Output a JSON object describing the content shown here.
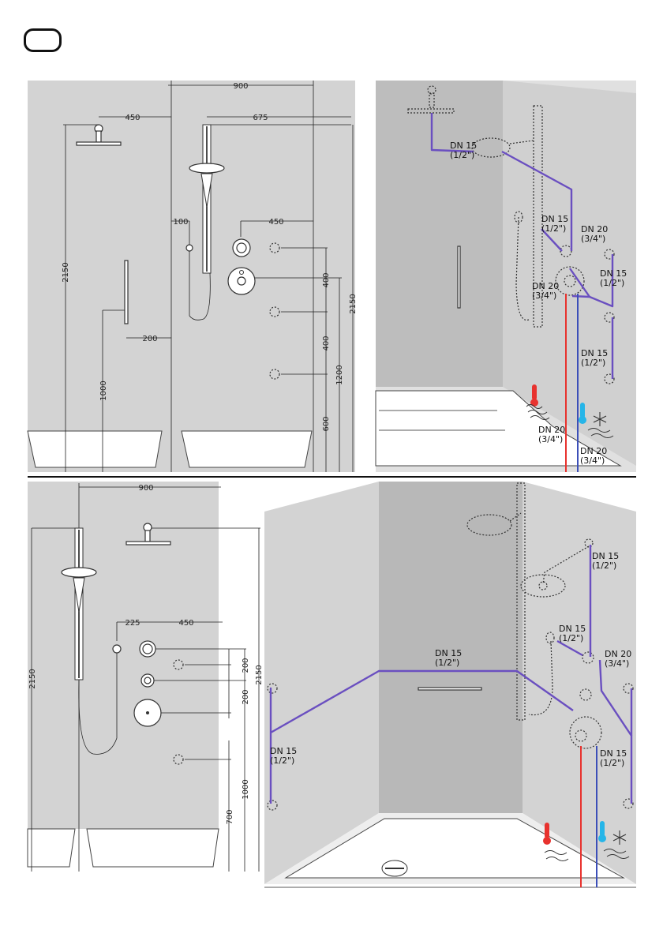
{
  "badge": {
    "label": ""
  },
  "panels": {
    "top_left": {
      "dims": {
        "w900": "900",
        "w450a": "450",
        "w675": "675",
        "w100": "100",
        "w450b": "450",
        "w200": "200",
        "h2150a": "2150",
        "h1000": "1000",
        "h400a": "400",
        "h400b": "400",
        "h1200": "1200",
        "h600": "600",
        "h2150b": "2150"
      }
    },
    "top_right": {
      "labels": {
        "l1a": "DN 15",
        "l1b": "(1/2\")",
        "l2a": "DN 15",
        "l2b": "(1/2\")",
        "l3a": "DN 20",
        "l3b": "(3/4\")",
        "l4a": "DN 15",
        "l4b": "(1/2\")",
        "l5a": "DN 20",
        "l5b": "(3/4\")",
        "l6a": "DN 15",
        "l6b": "(1/2\")",
        "l7a": "DN 20",
        "l7b": "(3/4\")",
        "l8a": "DN 20",
        "l8b": "(3/4\")"
      }
    },
    "bottom_left": {
      "dims": {
        "w900": "900",
        "w225": "225",
        "w450": "450",
        "h2150a": "2150",
        "h200a": "200",
        "h200b": "200",
        "h2150b": "2150",
        "h1000": "1000",
        "h700": "700"
      }
    },
    "bottom_right": {
      "labels": {
        "l1a": "DN 15",
        "l1b": "(1/2\")",
        "l2a": "DN 15",
        "l2b": "(1/2\")",
        "l3a": "DN 20",
        "l3b": "(3/4\")",
        "l4a": "DN 15",
        "l4b": "(1/2\")",
        "l5a": "DN 15",
        "l5b": "(1/2\")",
        "l6a": "DN 15",
        "l6b": "(1/2\")"
      }
    }
  },
  "colors": {
    "wall": "#d3d3d3",
    "wall_dark": "#b8b8b8",
    "pipe": "#6a4fc0",
    "hot": "#e8322e",
    "cold": "#3c4fb8"
  },
  "icons": [
    "thermometer-hot-icon",
    "snowflake-cold-icon",
    "hot-water-icon",
    "cold-water-icon"
  ]
}
